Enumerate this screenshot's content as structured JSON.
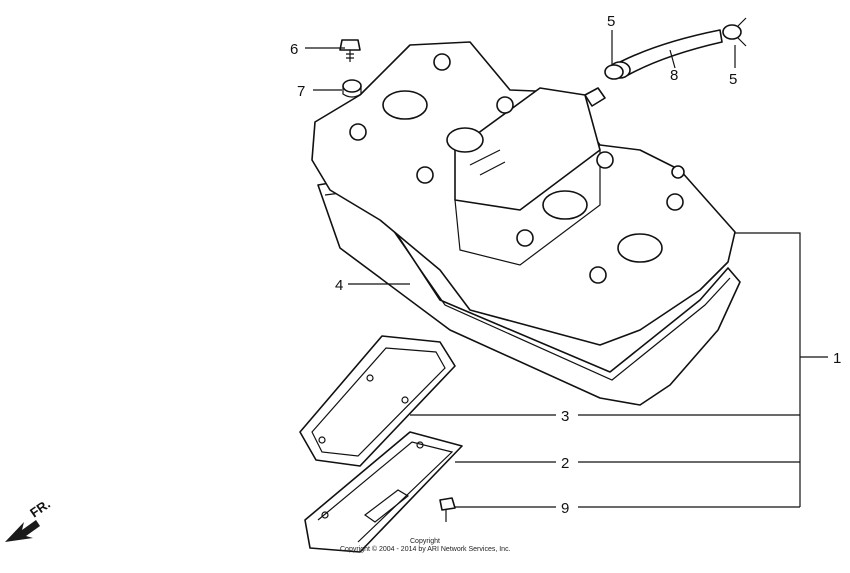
{
  "callouts": {
    "c1": "1",
    "c2": "2",
    "c3": "3",
    "c4": "4",
    "c5a": "5",
    "c5b": "5",
    "c6": "6",
    "c7": "7",
    "c8": "8",
    "c9": "9"
  },
  "direction_label": "FR.",
  "copyright": {
    "line1": "Copyright",
    "line2": "Copyright © 2004 - 2014 by ARI Network Services, Inc."
  }
}
